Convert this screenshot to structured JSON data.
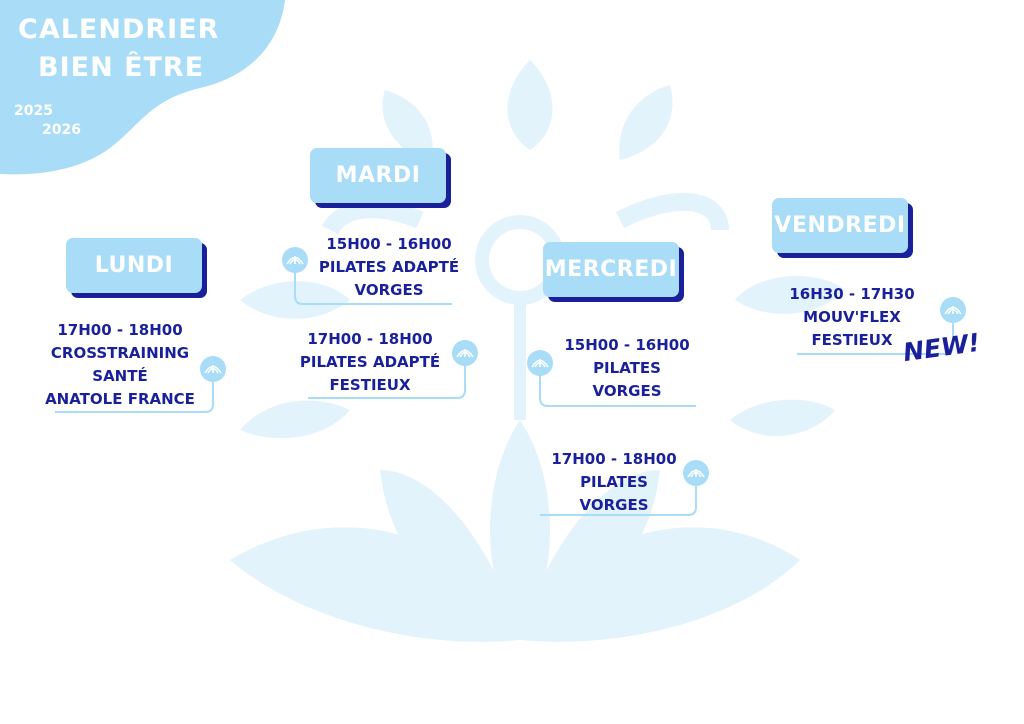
{
  "header": {
    "title_line1": "CALENDRIER",
    "title_line2": "BIEN ÊTRE",
    "year_start": "2025",
    "year_end": "2026"
  },
  "days": {
    "monday": "LUNDI",
    "tuesday": "MARDI",
    "wednesday": "MERCREDI",
    "friday": "VENDREDI"
  },
  "sessions": {
    "monday_1": {
      "time": "17H00 - 18H00",
      "activity": "CROSSTRAINING",
      "activity2": "SANTÉ",
      "place": "ANATOLE FRANCE"
    },
    "tuesday_1": {
      "time": "15H00 - 16H00",
      "activity": "PILATES ADAPTÉ",
      "place": "VORGES"
    },
    "tuesday_2": {
      "time": "17H00 - 18H00",
      "activity": "PILATES ADAPTÉ",
      "place": "FESTIEUX"
    },
    "wednesday_1": {
      "time": "15H00 - 16H00",
      "activity": "PILATES",
      "place": "VORGES"
    },
    "wednesday_2": {
      "time": "17H00 - 18H00",
      "activity": "PILATES",
      "place": "VORGES"
    },
    "friday_1": {
      "time": "16H30 - 17H30",
      "activity": "MOUV'FLEX",
      "place": "FESTIEUX",
      "badge": "NEW!"
    }
  },
  "colors": {
    "primary_blue": "#a8dcf7",
    "navy": "#1a1f9a",
    "light_watermark": "#dff1fb"
  },
  "icons": [
    "lotus-watermark",
    "lotus-bullet-icon"
  ]
}
